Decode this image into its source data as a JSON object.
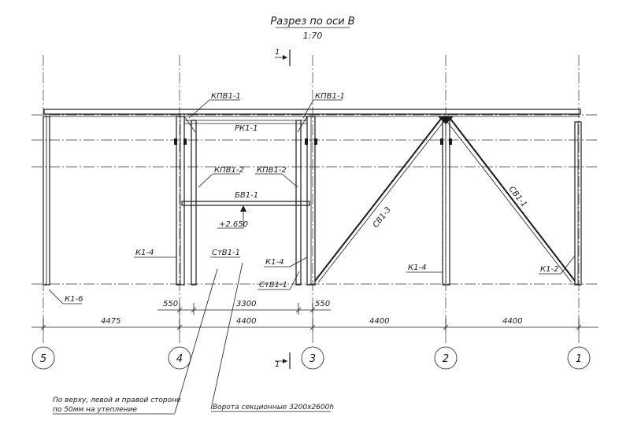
{
  "title": "Разрез по оси В",
  "scale": "1:70",
  "section_mark": "1",
  "axes": [
    "5",
    "4",
    "3",
    "2",
    "1"
  ],
  "dims_main": [
    "4475",
    "4400",
    "4400",
    "4400"
  ],
  "dims_sub": [
    "550",
    "3300",
    "550"
  ],
  "labels": {
    "kpv_left": "КПВ1-1",
    "kpv_right": "КПВ1-1",
    "rk": "РК1-1",
    "kpv2_left": "КПВ1-2",
    "kpv2_right": "КПВ1-2",
    "bv": "БВ1-1",
    "elev": "+2.650",
    "k4_left": "К1-4",
    "k4_mid": "К1-4",
    "k4_right": "К1-4",
    "stv_left": "СтВ1-1",
    "stv_right": "СтВ1-1",
    "sv3": "СВ1-3",
    "sv1": "СВ1-1",
    "k2": "К1-2",
    "k6": "К1-6"
  },
  "notes": {
    "insulation": [
      "По верху, левой и правой стороне",
      "по 50мм на утепление"
    ],
    "gate": "Ворота секционные 3200х2600h"
  }
}
